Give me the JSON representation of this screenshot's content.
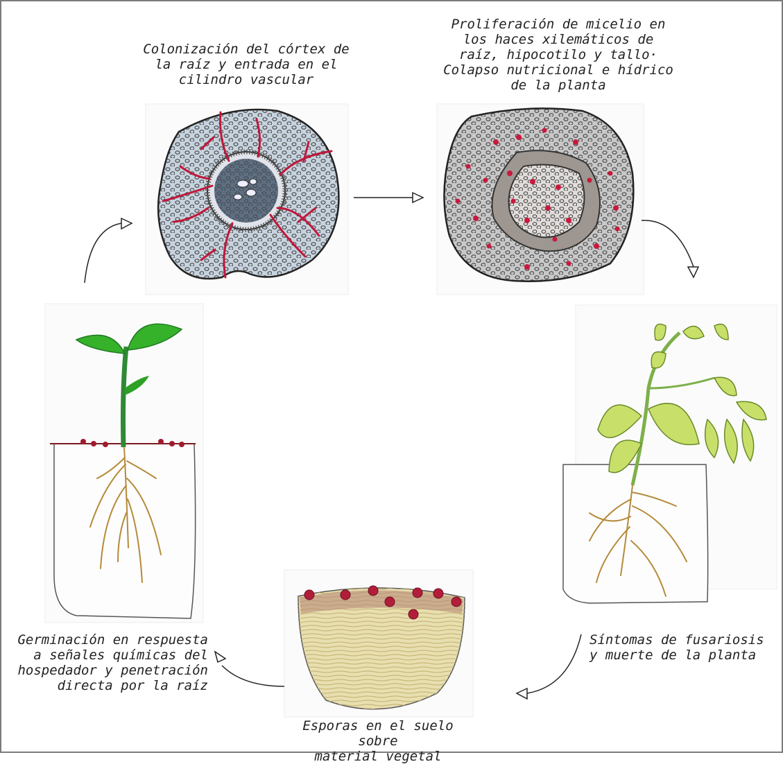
{
  "diagram": {
    "stages": [
      {
        "id": "colonizacion",
        "caption": "Colonización del córtex de\nla raíz y entrada en el\ncilindro vascular"
      },
      {
        "id": "proliferacion",
        "caption": "Proliferación de micelio en\nlos haces xilemáticos de\nraíz, hipocotilo y tallo·\nColapso nutricional e hídrico\nde la planta"
      },
      {
        "id": "sintomas",
        "caption": "Síntomas de fusariosis\ny muerte de la planta"
      },
      {
        "id": "esporas",
        "caption": "Esporas en el suelo sobre\nmaterial vegetal"
      },
      {
        "id": "germinacion",
        "caption": "Germinación en respuesta\na señales químicas del\nhospedador y penetración\ndirecta por la raíz"
      }
    ],
    "colors": {
      "cortex": "#c7d3de",
      "stele": "#5f6f82",
      "hyphae": "#c0183b",
      "spores": "#b21e3a",
      "infected_cortex": "#c8c8c8",
      "healthy_leaf": "#35b02a",
      "yellow_leaf": "#c8e06a",
      "root": "#b58a3a",
      "soil": "#e8dfb0"
    }
  }
}
